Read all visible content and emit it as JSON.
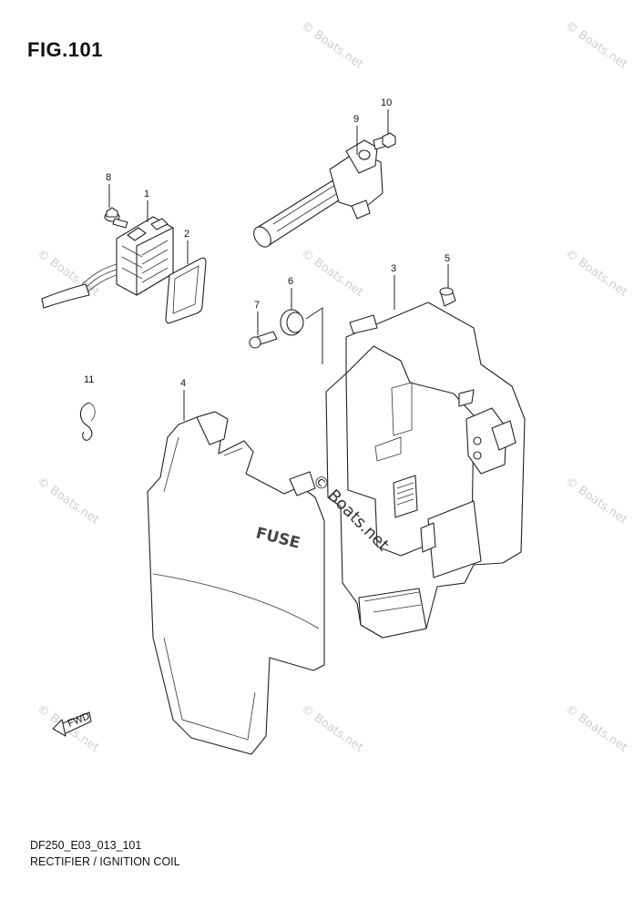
{
  "figure_title": "FIG.101",
  "caption_code": "DF250_E03_013_101",
  "caption_name": "RECTIFIER / IGNITION COIL",
  "watermark": "© Boats.net",
  "fuse_text": "FUSE",
  "fwd_text": "FWD",
  "callouts": [
    "1",
    "2",
    "3",
    "4",
    "5",
    "6",
    "7",
    "8",
    "9",
    "10",
    "11"
  ]
}
